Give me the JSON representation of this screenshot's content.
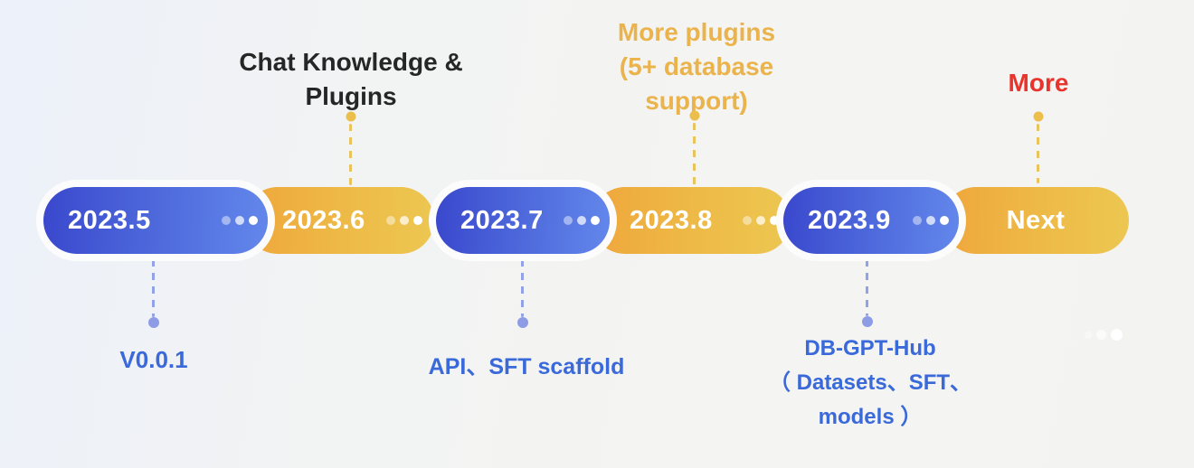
{
  "timeline": {
    "segments": [
      {
        "date": "2023.5",
        "color": "blue",
        "ellipsis": true
      },
      {
        "date": "2023.6",
        "color": "yellow",
        "ellipsis": true
      },
      {
        "date": "2023.7",
        "color": "blue",
        "ellipsis": true
      },
      {
        "date": "2023.8",
        "color": "yellow",
        "ellipsis": true
      },
      {
        "date": "2023.9",
        "color": "blue",
        "ellipsis": true
      },
      {
        "date": "Next",
        "color": "yellow",
        "ellipsis": false
      }
    ]
  },
  "annotations_above": [
    {
      "segment": "2023.6",
      "lines": [
        "Chat Knowledge &",
        "Plugins"
      ],
      "color": "#262626"
    },
    {
      "segment": "2023.8",
      "lines": [
        "More plugins",
        "(5+ database",
        "support)"
      ],
      "color": "#eab34c"
    },
    {
      "segment": "Next",
      "lines": [
        "More"
      ],
      "color": "#e8342c"
    }
  ],
  "annotations_below": [
    {
      "segment": "2023.5",
      "lines": [
        "V0.0.1"
      ],
      "color": "#3a69da"
    },
    {
      "segment": "2023.7",
      "lines": [
        "API、SFT scaffold"
      ],
      "color": "#3a69da"
    },
    {
      "segment": "2023.9",
      "lines": [
        "DB-GPT-Hub",
        "（ Datasets、SFT、",
        "models ）"
      ],
      "color": "#3a69da"
    }
  ],
  "icons": {
    "segment_ellipsis": "three-white-dots",
    "background_ellipsis": "three-white-dots"
  },
  "palette": {
    "blue_pill_start": "#3a48cd",
    "blue_pill_end": "#6287eb",
    "yellow_pill_start": "#efa63c",
    "yellow_pill_end": "#ecc751",
    "pill_ring": "#fcfcfd",
    "pill_text": "#ffffff",
    "blue_connector": "#93a2e6",
    "yellow_connector": "#e9c35c",
    "annotation_dark": "#262626",
    "annotation_gold": "#eab34c",
    "annotation_red": "#e8342c",
    "annotation_blue": "#3a69da",
    "background_tint": "#ecf1fa",
    "background": "#f4f4f2"
  }
}
